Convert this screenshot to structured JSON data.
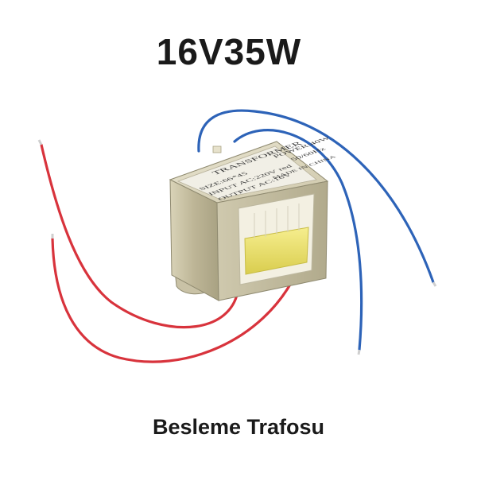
{
  "product": {
    "title": "16V35W",
    "caption": "Besleme Trafosu"
  },
  "transformer_label": {
    "heading": "TRANSFORMER",
    "size": "SIZE:66*45",
    "power": "POWER:40W",
    "input": "INPUT AC:220V red",
    "frequency": "50/60Hz",
    "output": "OUTPUT AC:16V",
    "origin": "MADE IN CHINA"
  },
  "colors": {
    "wire_red": "#d8333c",
    "wire_blue": "#2d63b8",
    "steel": "#c9c2a6",
    "bobbin": "#f3f0e2",
    "coil": "#f0e56a"
  }
}
